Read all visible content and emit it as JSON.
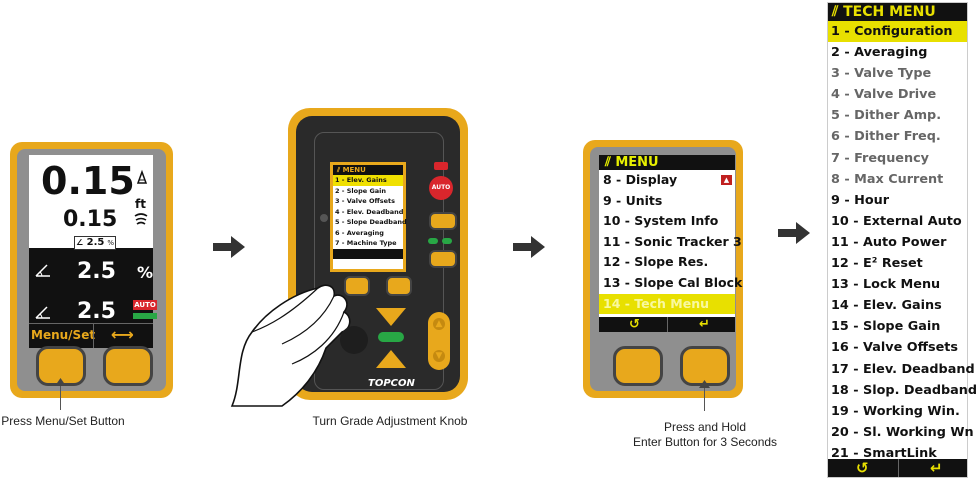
{
  "captions": {
    "step1": "Press Menu/Set Button",
    "step2": "Turn Grade Adjustment Knob",
    "step3_line1": "Press and Hold",
    "step3_line2": "Enter Button for 3 Seconds"
  },
  "display1": {
    "main_value": "0.15",
    "unit": "ft",
    "sub_value": "0.15",
    "box_value": "2.5",
    "box_unit": "%",
    "row1_value": "2.5",
    "row1_unit": "%",
    "row2_value": "2.5",
    "auto_label": "AUTO",
    "menu_set_label": "Menu/Set",
    "arrow_glyph": "⟷"
  },
  "controller": {
    "auto_label": "AUTO",
    "brand": "TOPCON",
    "menu_title": "MENU",
    "menu_items": [
      {
        "label": "1 - Elev. Gains",
        "selected": true
      },
      {
        "label": "2 - Slope Gain",
        "selected": false
      },
      {
        "label": "3 - Valve Offsets",
        "selected": false
      },
      {
        "label": "4 - Elev. Deadband",
        "selected": false
      },
      {
        "label": "5 - Slope Deadband",
        "selected": false
      },
      {
        "label": "6 - Averaging",
        "selected": false
      },
      {
        "label": "7 - Machine Type",
        "selected": false
      }
    ]
  },
  "menu_screen": {
    "title": "MENU",
    "items": [
      {
        "label": "8 - Display",
        "selected": false
      },
      {
        "label": "9 - Units",
        "selected": false
      },
      {
        "label": "10 - System Info",
        "selected": false
      },
      {
        "label": "11 - Sonic Tracker 3",
        "selected": false
      },
      {
        "label": "12 - Slope Res.",
        "selected": false
      },
      {
        "label": "13 - Slope Cal Block",
        "selected": false
      },
      {
        "label": "14 - Tech Menu",
        "selected": true
      }
    ]
  },
  "tech_menu": {
    "title": "TECH MENU",
    "items": [
      {
        "label": "1 - Configuration",
        "selected": true,
        "dim": false
      },
      {
        "label": "2 - Averaging",
        "selected": false,
        "dim": false
      },
      {
        "label": "3 - Valve Type",
        "selected": false,
        "dim": true
      },
      {
        "label": "4 - Valve Drive",
        "selected": false,
        "dim": true
      },
      {
        "label": "5 - Dither Amp.",
        "selected": false,
        "dim": true
      },
      {
        "label": "6 - Dither Freq.",
        "selected": false,
        "dim": true
      },
      {
        "label": "7 - Frequency",
        "selected": false,
        "dim": true
      },
      {
        "label": "8 - Max Current",
        "selected": false,
        "dim": true
      },
      {
        "label": "9 - Hour",
        "selected": false,
        "dim": false
      },
      {
        "label": "10 - External Auto",
        "selected": false,
        "dim": false
      },
      {
        "label": "11 - Auto Power",
        "selected": false,
        "dim": false
      },
      {
        "label": "12 - E² Reset",
        "selected": false,
        "dim": false
      },
      {
        "label": "13 - Lock Menu",
        "selected": false,
        "dim": false
      },
      {
        "label": "14 - Elev. Gains",
        "selected": false,
        "dim": false
      },
      {
        "label": "15 - Slope Gain",
        "selected": false,
        "dim": false
      },
      {
        "label": "16 - Valve Offsets",
        "selected": false,
        "dim": false
      },
      {
        "label": "17 - Elev. Deadband",
        "selected": false,
        "dim": false
      },
      {
        "label": "18 - Slop. Deadband",
        "selected": false,
        "dim": false
      },
      {
        "label": "19 - Working Win.",
        "selected": false,
        "dim": false
      },
      {
        "label": "20 - Sl. Working Wn",
        "selected": false,
        "dim": false
      },
      {
        "label": "21 - SmartLink",
        "selected": false,
        "dim": false
      }
    ]
  },
  "colors": {
    "case_yellow": "#e8a81c",
    "highlight": "#e8e000",
    "auto_red": "#d9262c",
    "green": "#28a745"
  }
}
